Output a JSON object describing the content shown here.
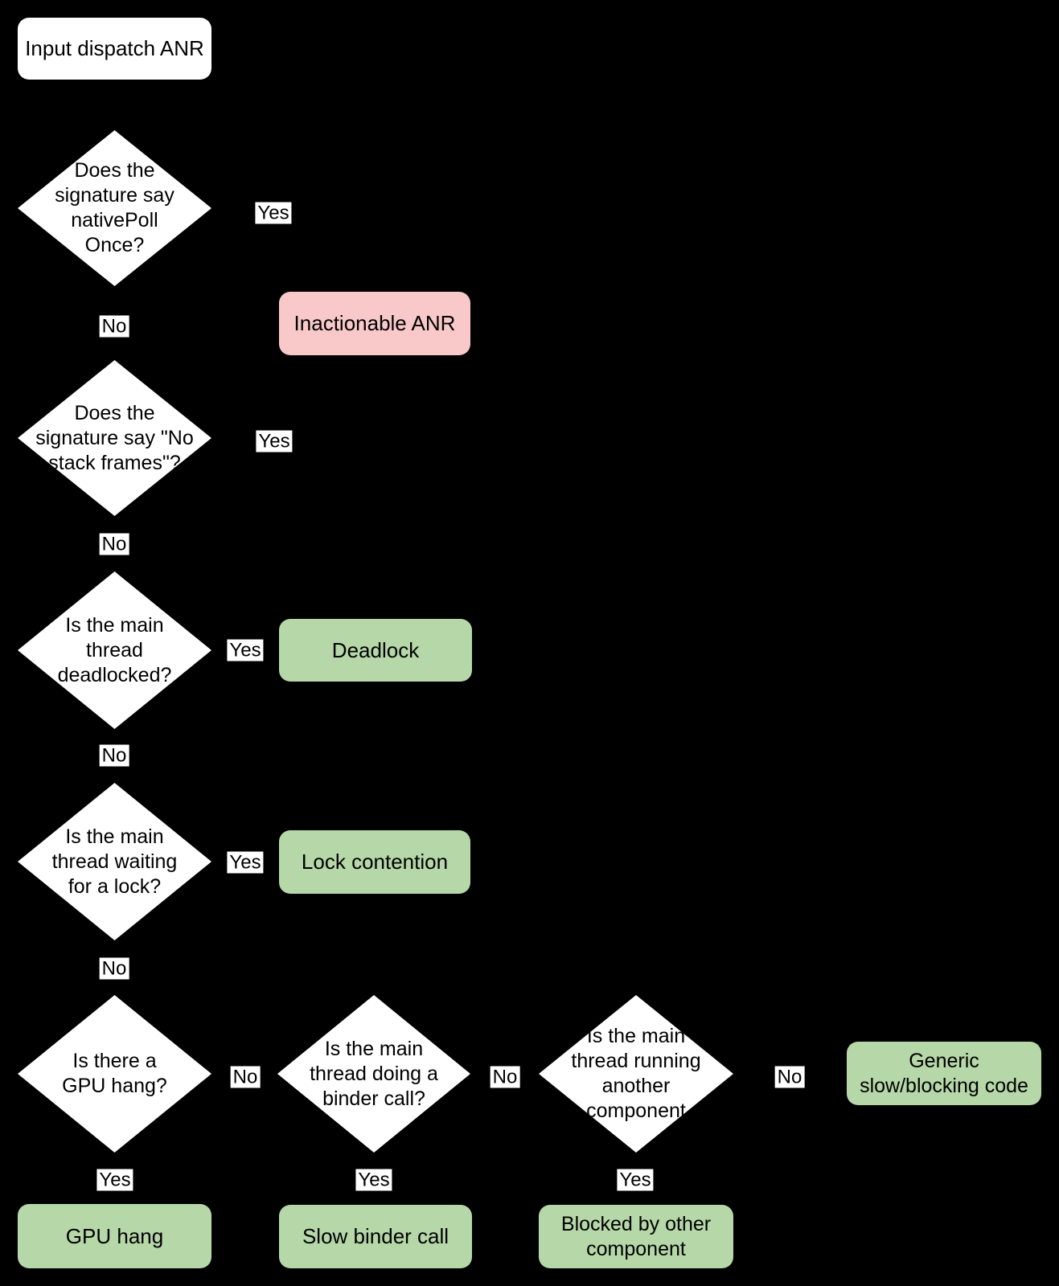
{
  "diagram": {
    "background": "#000000",
    "colors": {
      "decision_fill": "#ffffff",
      "outcome_negative_fill": "#f9c9c9",
      "outcome_positive_fill": "#b6d7a8",
      "edge_label_bg": "#ffffff",
      "text": "#000000"
    },
    "start": {
      "label": "Input dispatch ANR"
    },
    "decisions": [
      {
        "question": "Does the\nsignature say\nnativePoll\nOnce?",
        "yes": "Yes",
        "no": "No"
      },
      {
        "question": "Does the\nsignature say \"No\nstack frames\"?",
        "yes": "Yes",
        "no": "No"
      },
      {
        "question": "Is the main\nthread\ndeadlocked?",
        "yes": "Yes",
        "no": "No"
      },
      {
        "question": "Is the main\nthread waiting\nfor a lock?",
        "yes": "Yes",
        "no": "No"
      },
      {
        "question": "Is there a\nGPU hang?",
        "yes": "Yes",
        "no": "No"
      },
      {
        "question": "Is the main\nthread doing a\nbinder call?",
        "yes": "Yes",
        "no": "No"
      },
      {
        "question": "Is the main\nthread running\nanother\ncomponent",
        "yes": "Yes",
        "no": "No"
      }
    ],
    "outcomes": [
      {
        "label": "Inactionable ANR",
        "sentiment": "negative"
      },
      {
        "label": "Deadlock",
        "sentiment": "positive"
      },
      {
        "label": "Lock contention",
        "sentiment": "positive"
      },
      {
        "label": "GPU hang",
        "sentiment": "positive"
      },
      {
        "label": "Slow binder call",
        "sentiment": "positive"
      },
      {
        "label": "Blocked by other\ncomponent",
        "sentiment": "positive"
      },
      {
        "label": "Generic\nslow/blocking code",
        "sentiment": "positive"
      }
    ]
  }
}
